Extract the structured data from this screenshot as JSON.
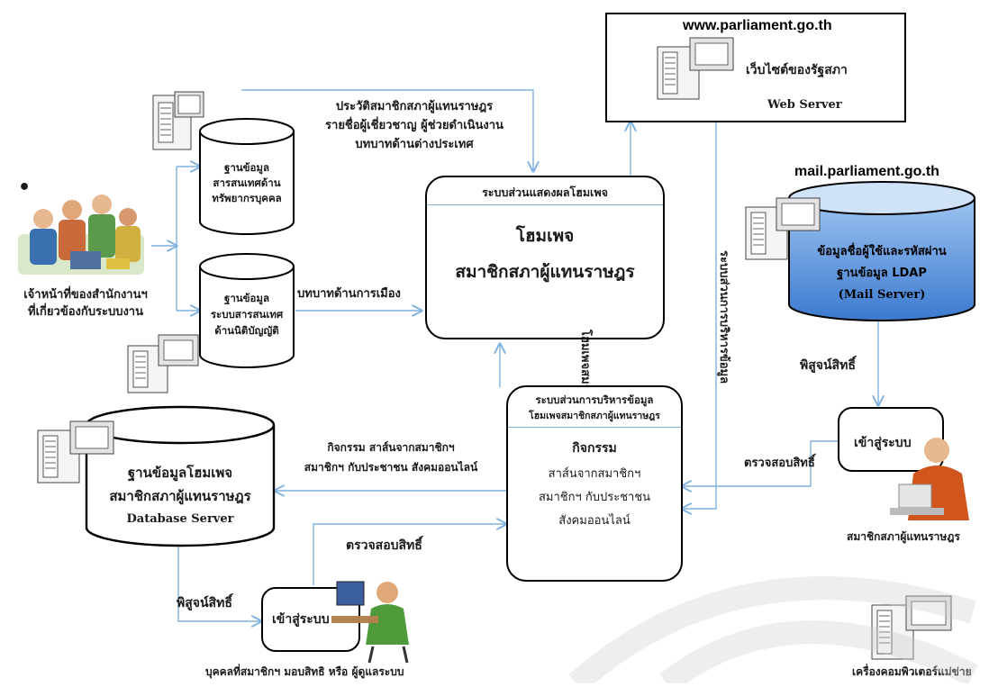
{
  "colors": {
    "arrow": "#7fb2e0",
    "stroke": "#000000",
    "ldap_fill": "#4f8fdf",
    "watermark": "#d8d8d8"
  },
  "staff": {
    "label_line1": "เจ้าหน้าที่ของสำนักงานฯ",
    "label_line2": "ที่เกี่ยวข้องกับระบบงาน",
    "bullet": "•"
  },
  "db_hr": {
    "line1": "ฐานข้อมูล",
    "line2": "สารสนเทศด้าน",
    "line3": "ทรัพยากรบุคคล"
  },
  "db_legis": {
    "line1": "ฐานข้อมูล",
    "line2": "ระบบสารสนเทศ",
    "line3": "ด้านนิติบัญญัติ"
  },
  "info_top": {
    "line1": "ประวัติสมาชิกสภาผู้แทนราษฎร",
    "line2": "รายชื่อผู้เชี่ยวชาญ ผู้ช่วยดำเนินงาน",
    "line3": "บทบาทด้านต่างประเทศ"
  },
  "info_politics": "บทบาทด้านการเมือง",
  "homepage_box": {
    "header": "ระบบส่วนแสดงผลโฮมเพจ",
    "title1": "โฮมเพจ",
    "title2": "สมาชิกสภาผู้แทนราษฎร"
  },
  "web_server": {
    "url": "www.parliament.go.th",
    "line1": "เว็บไซต์ของรัฐสภา",
    "line2": "Web Server"
  },
  "mail_server": {
    "url": "mail.parliament.go.th",
    "line1": "ข้อมูลชื่อผู้ใช้และรหัสผ่าน",
    "line2": "ฐานข้อมูล LDAP",
    "line3": "(Mail Server)"
  },
  "vertical_labels": {
    "left": "โฮมเพจสมาชิกสภาผู้แทนราษฎร",
    "right": "ระบบส่วนการบริหารข้อมูล"
  },
  "auth_right": "พิสูจน์สิทธิ์",
  "login_right": "เข้าสู่ระบบ",
  "verify_right": "ตรวจสอบสิทธิ์",
  "member_label": "สมาชิกสภาผู้แทนราษฎร",
  "admin_box": {
    "header1": "ระบบส่วนการบริหารข้อมูล",
    "header2": "โฮมเพจสมาชิกสภาผู้แทนราษฎร",
    "item1": "กิจกรรม",
    "item2": "สาส์นจากสมาชิกฯ",
    "item3": "สมาชิกฯ กับประชาชน",
    "item4": "สังคมออนไลน์"
  },
  "activity_text": {
    "line1": "กิจกรรม  สาส์นจากสมาชิกฯ",
    "line2": "สมาชิกฯ กับประชาชน  สังคมออนไลน์"
  },
  "db_main": {
    "line1": "ฐานข้อมูลโฮมเพจ",
    "line2": "สมาชิกสภาผู้แทนราษฎร",
    "line3": "Database Server"
  },
  "auth_left": "พิสูจน์สิทธิ์",
  "verify_left": "ตรวจสอบสิทธิ์",
  "login_left": "เข้าสู่ระบบ",
  "delegate_label": "บุคคลที่สมาชิกฯ มอบสิทธิ หรือ ผู้ดูแลระบบ",
  "server_label": "เครื่องคอมพิวเตอร์แม่ข่าย"
}
